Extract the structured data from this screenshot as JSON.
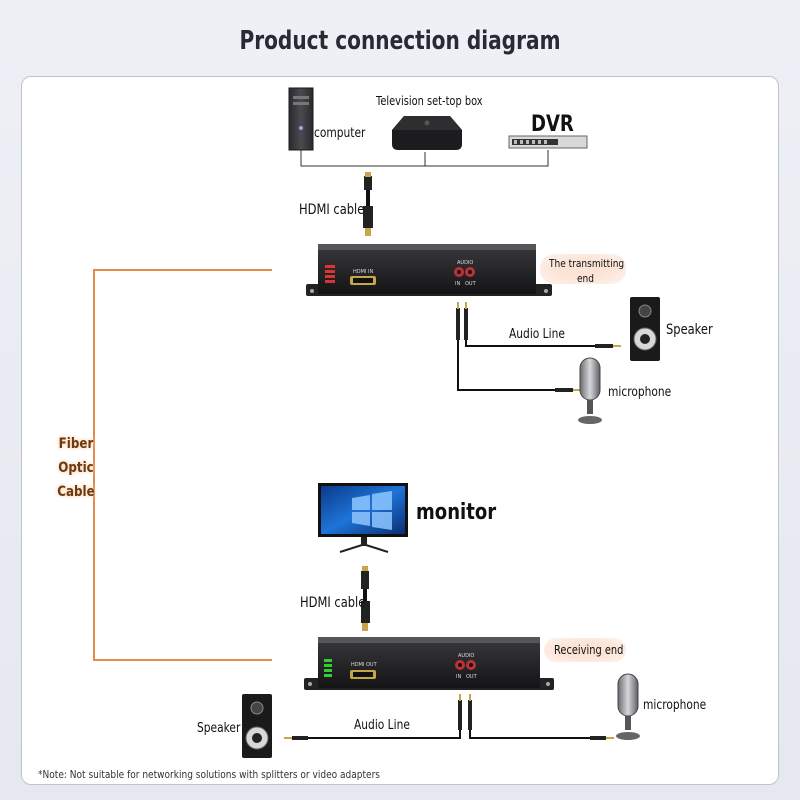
{
  "title": "Product connection diagram",
  "devices": {
    "computer": "computer",
    "settop": "Television set-top box",
    "dvr": "DVR",
    "monitor": "monitor"
  },
  "cables": {
    "hdmi_top": "HDMI cable",
    "hdmi_bottom": "HDMI cable",
    "audio_top": "Audio Line",
    "audio_bottom": "Audio Line",
    "fiber": [
      "Fiber",
      "Optic",
      "Cable"
    ]
  },
  "ends": {
    "transmitting_line1": "The transmitting",
    "transmitting_line2": "end",
    "receiving": "Receiving end"
  },
  "peripherals": {
    "speaker_top": "Speaker",
    "microphone_top": "microphone",
    "speaker_bottom": "Speaker",
    "microphone_bottom": "microphone"
  },
  "box_labels": {
    "hdmi_in": "HDMI IN",
    "hdmi_out": "HDMI OUT",
    "audio": "AUDIO",
    "in": "IN",
    "out": "OUT"
  },
  "note": "*Note: Not suitable for networking solutions with splitters or video adapters",
  "colors": {
    "fiber": "#e58a4e",
    "device": "#1f1f22",
    "cable": "#1a1a1a"
  }
}
